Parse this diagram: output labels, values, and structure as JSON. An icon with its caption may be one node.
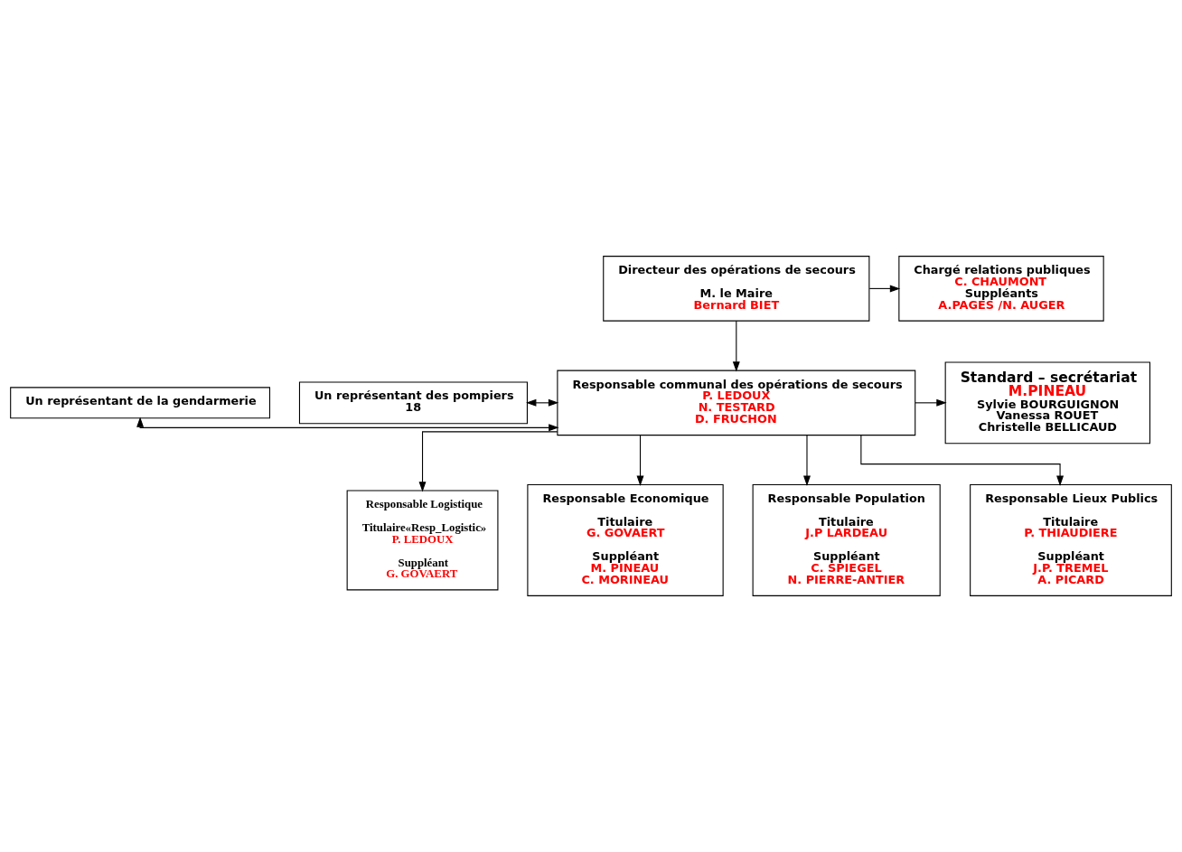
{
  "diagram": {
    "nodes": [
      {
        "text": [
          "Directeur des opérations de secours",
          "M. le Maire",
          "Bernard BIET"
        ]
      },
      {
        "text": [
          "Chargé relations publiques",
          "C. CHAUMONT",
          "Suppléants",
          "A.PAGES /N. AUGER"
        ]
      },
      {
        "text": [
          "Un représentant de la gendarmerie"
        ]
      },
      {
        "text": [
          "Un représentant des pompiers",
          "18"
        ]
      },
      {
        "text": [
          "Responsable communal des opérations de secours",
          "P. LEDOUX",
          "N. TESTARD",
          "D. FRUCHON"
        ]
      },
      {
        "text": [
          "Standard – secrétariat",
          "M.PINEAU",
          "Sylvie BOURGUIGNON",
          "Vanessa ROUET",
          "Christelle BELLICAUD"
        ]
      },
      {
        "text": [
          "Responsable Logistique",
          "Titulaire«Resp_Logistic»",
          "P. LEDOUX",
          "Suppléant",
          "G. GOVAERT"
        ]
      },
      {
        "text": [
          "Responsable Economique",
          "Titulaire",
          "G. GOVAERT",
          "Suppléant",
          "M. PINEAU",
          "C. MORINEAU"
        ]
      },
      {
        "text": [
          "Responsable Population",
          "Titulaire",
          "J.P LARDEAU",
          "Suppléant",
          "C. SPIEGEL",
          "N. PIERRE-ANTIER"
        ]
      },
      {
        "text": [
          "Responsable Lieux Publics",
          "Titulaire",
          "P. THIAUDIERE",
          "Suppléant",
          "J.P. TREMEL",
          "A. PICARD"
        ]
      }
    ],
    "edges": [
      {
        "from": 0,
        "to": 1,
        "arrow": "to"
      },
      {
        "from": 0,
        "to": 4,
        "arrow": "to"
      },
      {
        "from": 2,
        "to": 4,
        "arrow": "both"
      },
      {
        "from": 3,
        "to": 4,
        "arrow": "both"
      },
      {
        "from": 4,
        "to": 5,
        "arrow": "to"
      },
      {
        "from": 4,
        "to": 6,
        "arrow": "to"
      },
      {
        "from": 4,
        "to": 7,
        "arrow": "to"
      },
      {
        "from": 4,
        "to": 8,
        "arrow": "to"
      },
      {
        "from": 4,
        "to": 9,
        "arrow": "to"
      }
    ]
  }
}
